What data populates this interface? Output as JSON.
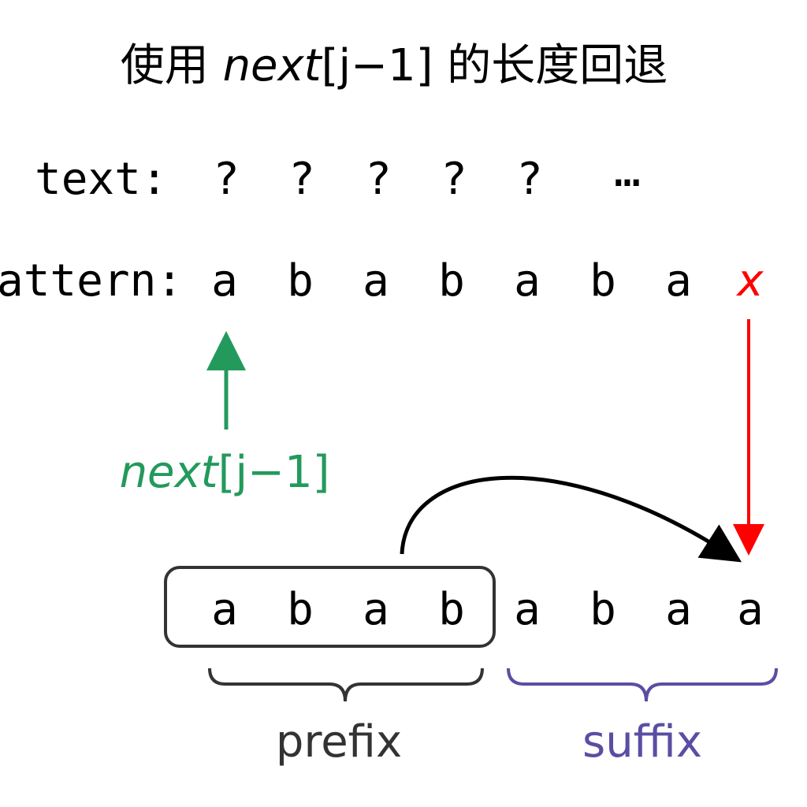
{
  "title": {
    "prefix": "使用 ",
    "math": "next",
    "bracket": "[j−1]",
    "suffix": " 的长度回退"
  },
  "text_row": {
    "label": "text:",
    "chars": [
      "?",
      "?",
      "?",
      "?",
      "?",
      "…"
    ]
  },
  "pattern_row": {
    "label": "pattern:",
    "chars": [
      "a",
      "b",
      "a",
      "b",
      "a",
      "b",
      "a"
    ],
    "mismatch": "x"
  },
  "pointer_label": {
    "math": "next",
    "bracket": "[j−1]"
  },
  "shifted_row": {
    "chars": [
      "a",
      "b",
      "a",
      "b",
      "a",
      "b",
      "a",
      "a"
    ]
  },
  "braces": {
    "prefix": "prefix",
    "suffix": "suffix"
  },
  "colors": {
    "green": "#239a5c",
    "red": "#ff0000",
    "purple": "#5a4ea3",
    "dark": "#333333"
  }
}
